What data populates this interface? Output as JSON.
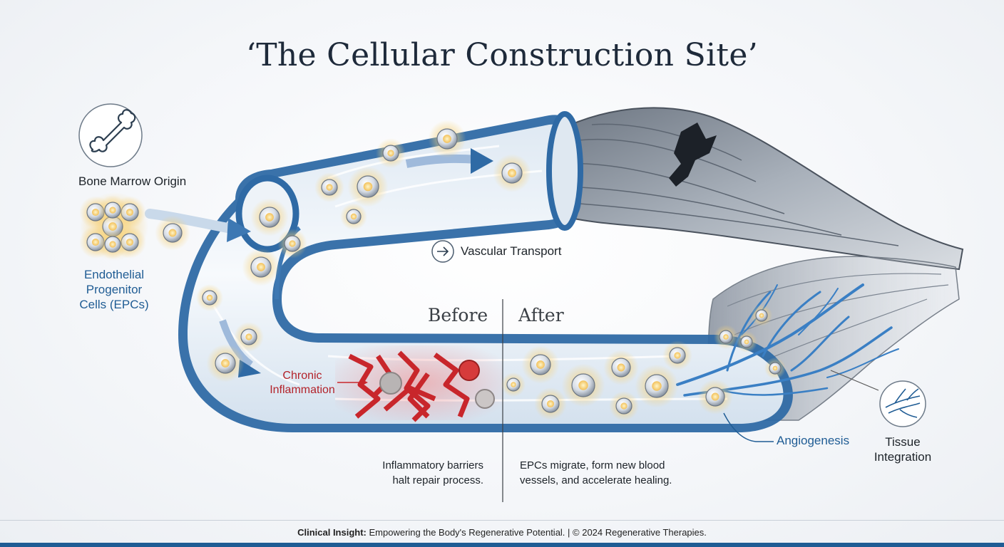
{
  "title": "‘The Cellular Construction Site’",
  "labels": {
    "bone_marrow": "Bone Marrow Origin",
    "epc_line1": "Endothelial",
    "epc_line2": "Progenitor",
    "epc_line3": "Cells (EPCs)",
    "vascular_transport": "Vascular Transport",
    "before": "Before",
    "after": "After",
    "chronic_line1": "Chronic",
    "chronic_line2": "Inflammation",
    "angiogenesis": "Angiogenesis",
    "tissue_line1": "Tissue",
    "tissue_line2": "Integration",
    "before_desc_line1": "Inflammatory barriers",
    "before_desc_line2": "halt repair process.",
    "after_desc_line1": "EPCs migrate, form new blood",
    "after_desc_line2": "vessels, and accelerate healing."
  },
  "footer": {
    "bold": "Clinical Insight:",
    "text": " Empowering the Body's Regenerative Potential.",
    "separator": " | ",
    "copyright": "© 2024 Regenerative Therapies."
  },
  "icons": [
    "bone-icon",
    "arrow-right-circle-icon",
    "vessel-network-icon"
  ],
  "colors": {
    "vessel_blue": "#2f6aa5",
    "inflammation_red": "#c8262b",
    "angiogenesis_blue": "#3a7fc4",
    "text_dark": "#1d2329",
    "label_blue": "#1f5c94",
    "footer_bar": "#1f5c94"
  }
}
